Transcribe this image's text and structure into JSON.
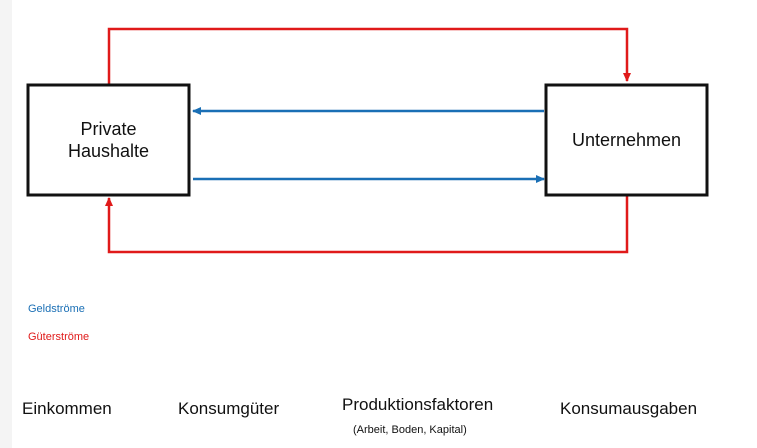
{
  "nodes": {
    "households": {
      "label_line1": "Private",
      "label_line2": "Haushalte"
    },
    "firms": {
      "label": "Unternehmen"
    }
  },
  "legend": {
    "money": {
      "label": "Geldströme",
      "color": "#1a6fb5"
    },
    "goods": {
      "label": "Güterströme",
      "color": "#e01a1a"
    }
  },
  "terms": {
    "t1": "Einkommen",
    "t2": "Konsumgüter",
    "t3": "Produktionsfaktoren",
    "t3_sub": "(Arbeit, Boden, Kapital)",
    "t4": "Konsumausgaben"
  }
}
